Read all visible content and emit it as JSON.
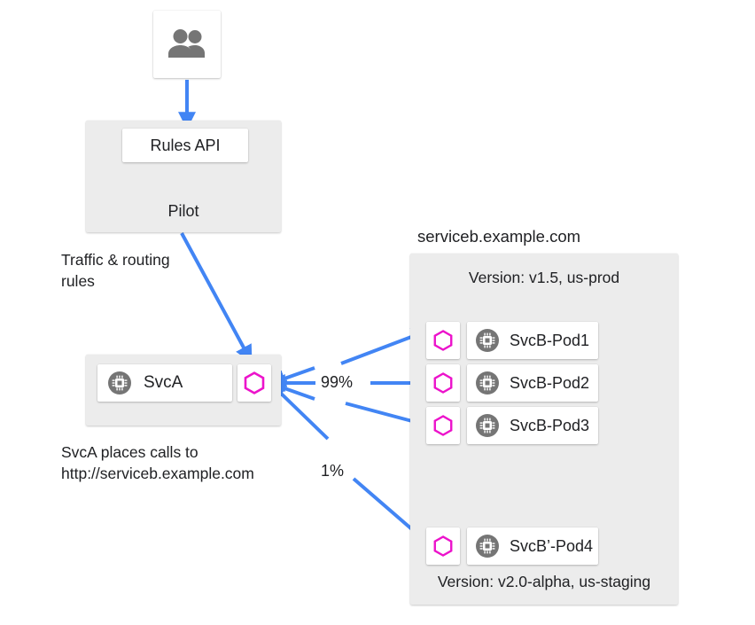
{
  "diagram": {
    "title": "Istio traffic routing with Pilot and Envoy sidecars",
    "accent_color": "#4285F4",
    "proxy_color": "#EC13CB",
    "panel_color": "#ECECEC",
    "icon_color": "#757575",
    "text_color": "#202124"
  },
  "users": {
    "icon": "people-icon"
  },
  "pilot": {
    "name": "Pilot",
    "rules_api": "Rules API",
    "caption": "Traffic & routing\nrules"
  },
  "svca": {
    "name": "SvcA",
    "service_icon": "cpu-chip-icon",
    "proxy_icon": "envoy-hexagon-icon",
    "caption": "SvcA places calls to\nhttp://serviceb.example.com"
  },
  "serviceb": {
    "title": "serviceb.example.com",
    "version_top": "Version: v1.5, us-prod",
    "version_bottom": "Version: v2.0-alpha, us-staging",
    "pods": [
      {
        "name": "SvcB-Pod1",
        "proxy_icon": "envoy-hexagon-icon",
        "service_icon": "cpu-chip-icon"
      },
      {
        "name": "SvcB-Pod2",
        "proxy_icon": "envoy-hexagon-icon",
        "service_icon": "cpu-chip-icon"
      },
      {
        "name": "SvcB-Pod3",
        "proxy_icon": "envoy-hexagon-icon",
        "service_icon": "cpu-chip-icon"
      },
      {
        "name": "SvcB’-Pod4",
        "proxy_icon": "envoy-hexagon-icon",
        "service_icon": "cpu-chip-icon"
      }
    ]
  },
  "traffic_split": {
    "primary_pct": "99%",
    "canary_pct": "1%"
  }
}
